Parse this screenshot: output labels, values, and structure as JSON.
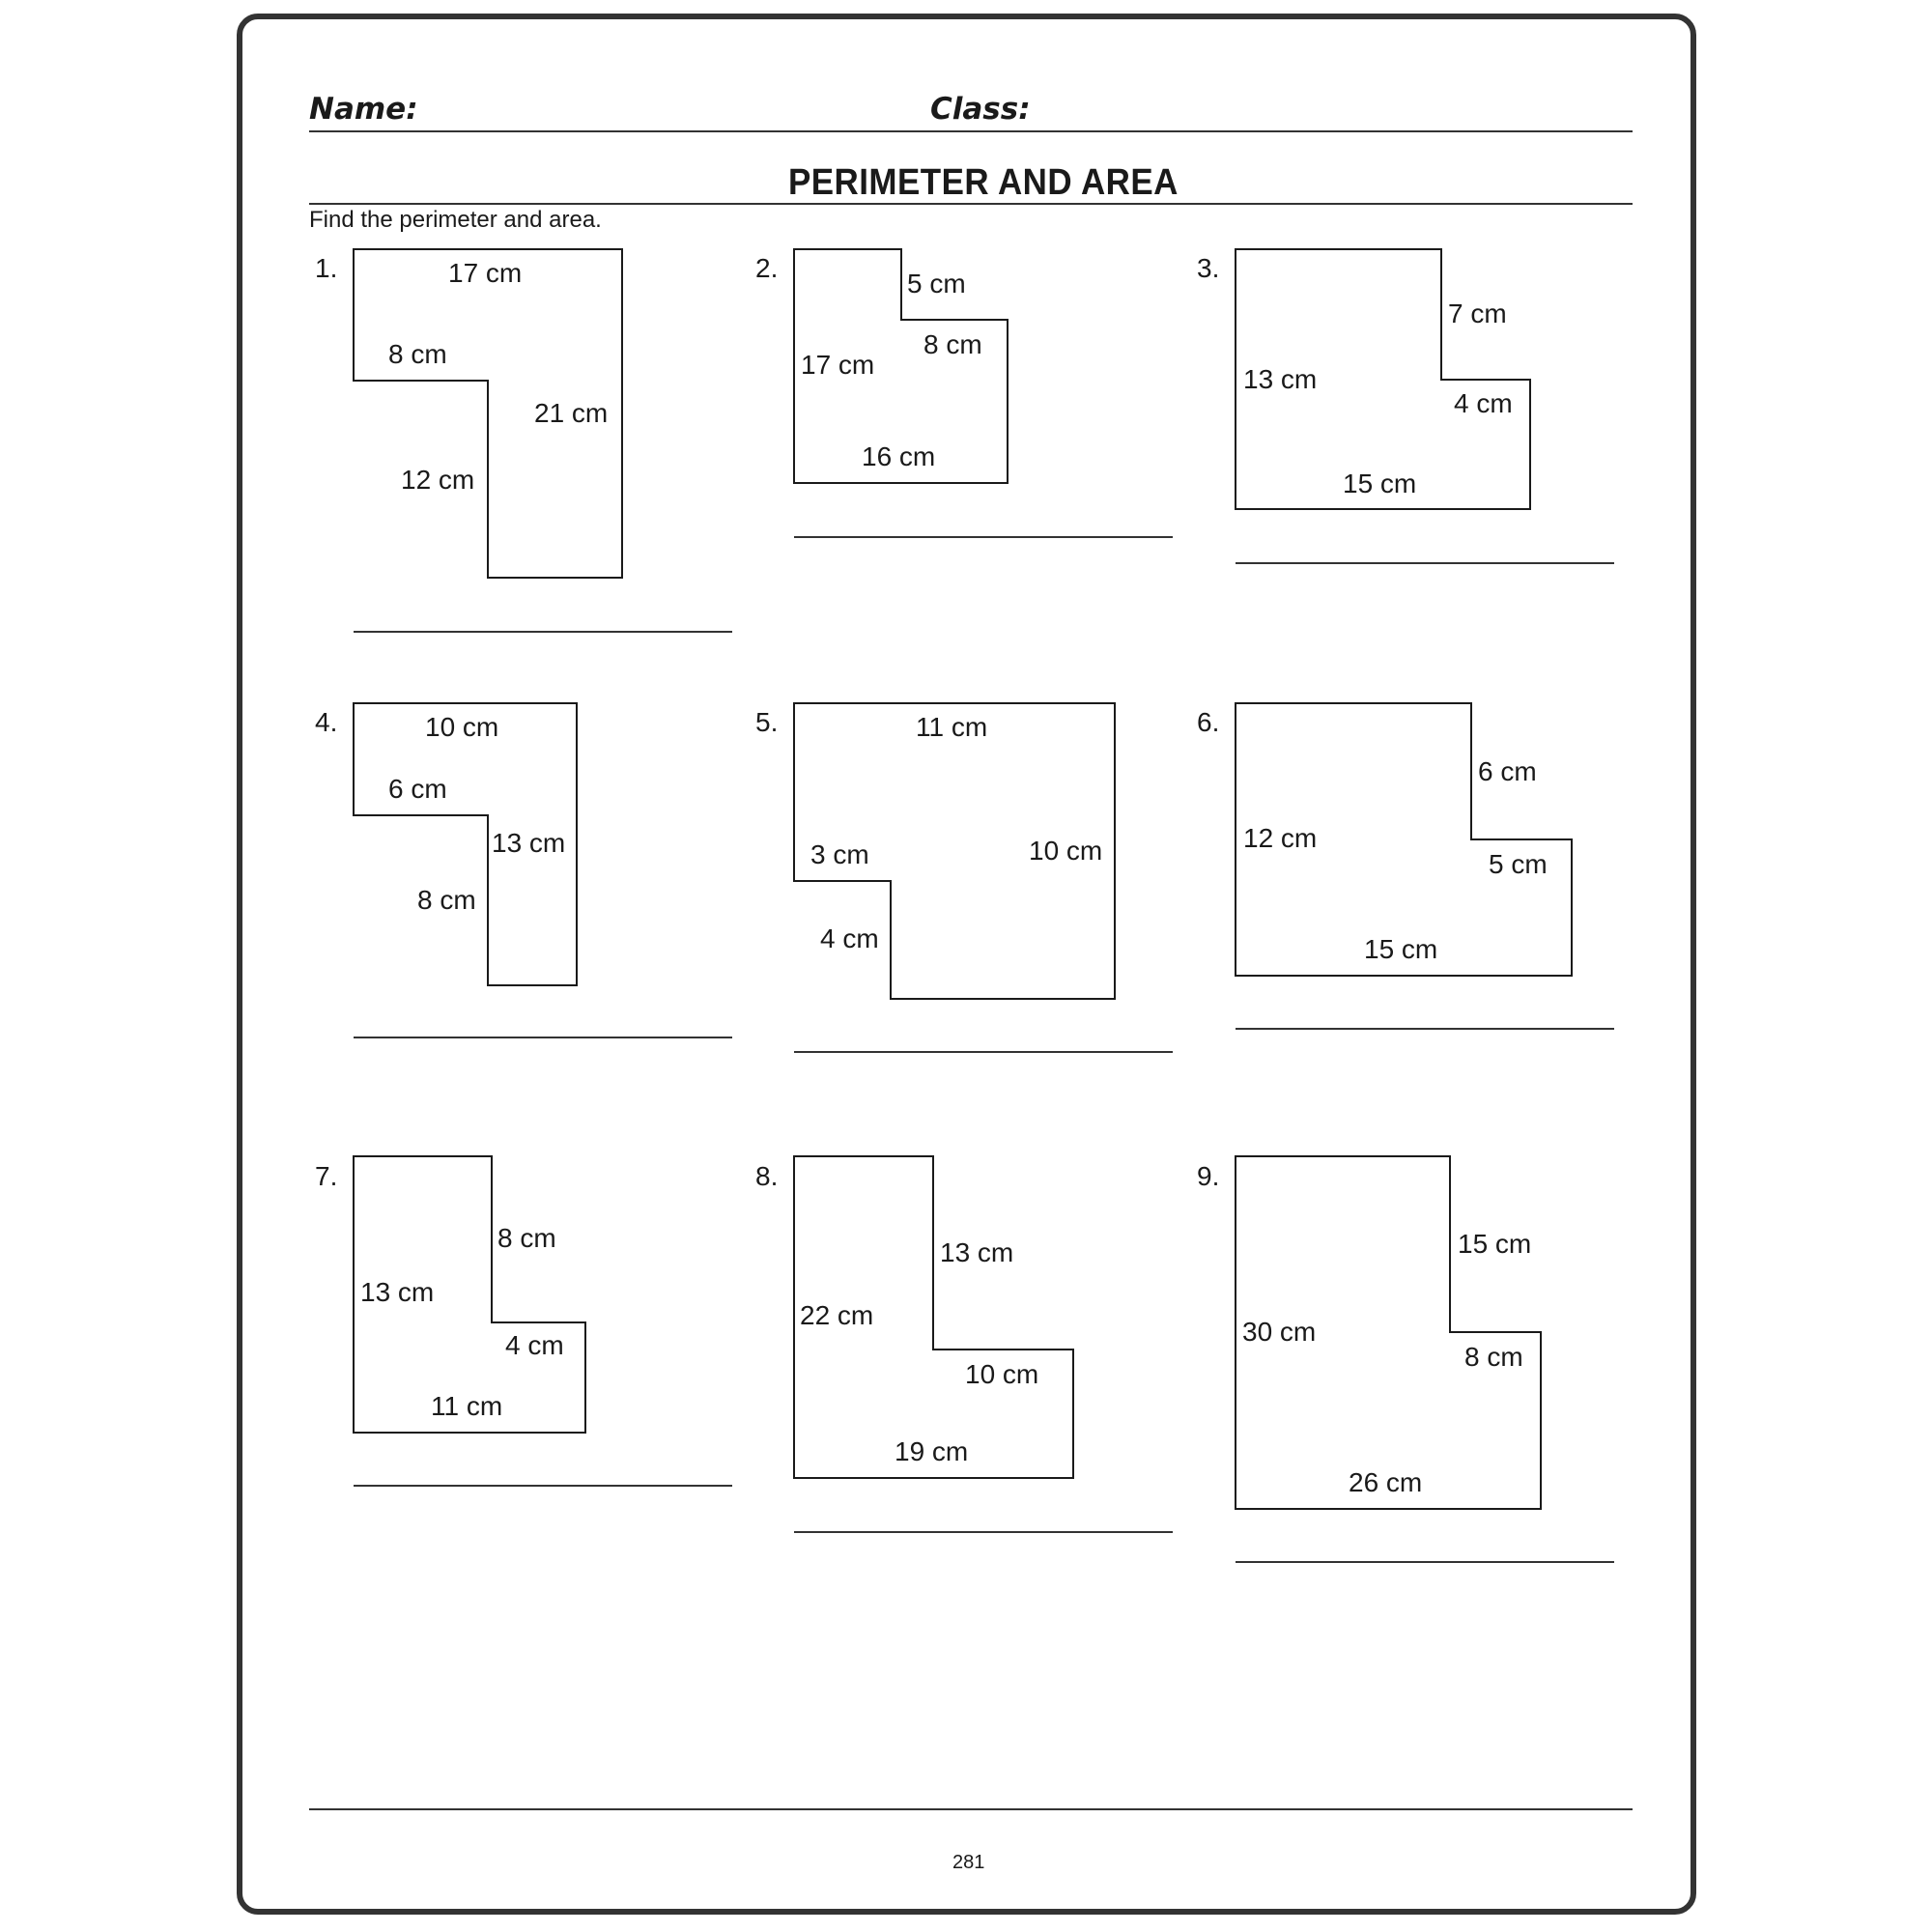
{
  "header": {
    "name_label": "Name:",
    "class_label": "Class:"
  },
  "title": "PERIMETER AND AREA",
  "instructions": "Find the perimeter and area.",
  "problems": [
    {
      "number": "1.",
      "labels": [
        "17 cm",
        "8 cm",
        "21 cm",
        "12 cm"
      ]
    },
    {
      "number": "2.",
      "labels": [
        "5 cm",
        "8 cm",
        "17 cm",
        "16 cm"
      ]
    },
    {
      "number": "3.",
      "labels": [
        "7 cm",
        "13 cm",
        "4 cm",
        "15 cm"
      ]
    },
    {
      "number": "4.",
      "labels": [
        "10 cm",
        "6 cm",
        "13 cm",
        "8 cm"
      ]
    },
    {
      "number": "5.",
      "labels": [
        "11 cm",
        "3 cm",
        "10 cm",
        "4 cm"
      ]
    },
    {
      "number": "6.",
      "labels": [
        "6 cm",
        "12 cm",
        "5 cm",
        "15 cm"
      ]
    },
    {
      "number": "7.",
      "labels": [
        "8 cm",
        "13 cm",
        "4 cm",
        "11 cm"
      ]
    },
    {
      "number": "8.",
      "labels": [
        "13 cm",
        "22 cm",
        "10 cm",
        "19 cm"
      ]
    },
    {
      "number": "9.",
      "labels": [
        "15 cm",
        "30 cm",
        "8 cm",
        "26 cm"
      ]
    }
  ],
  "footer": {
    "page_number": "281"
  }
}
